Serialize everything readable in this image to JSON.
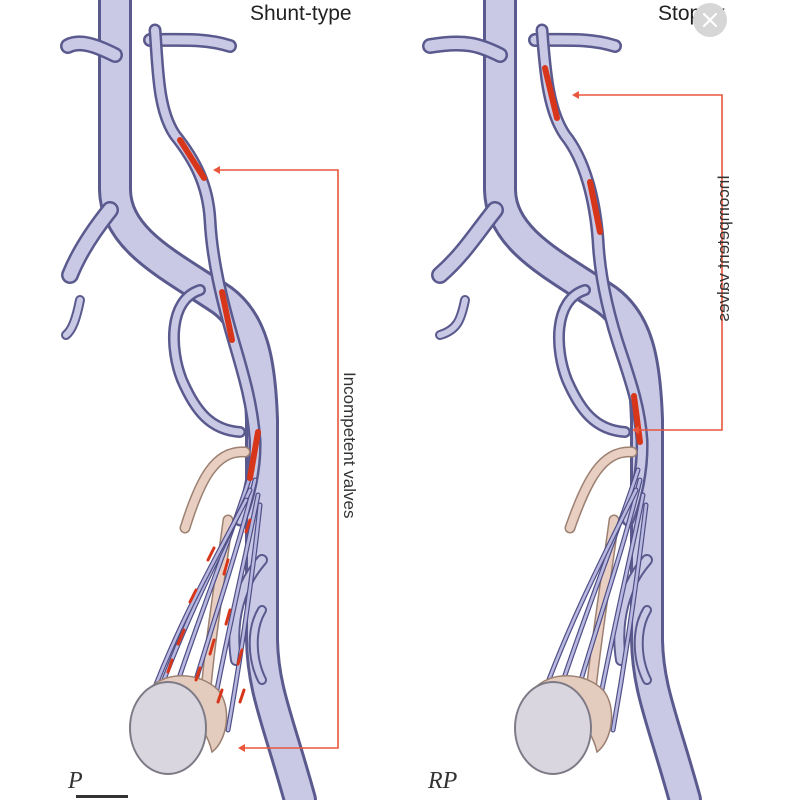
{
  "panels": [
    {
      "title": "Shunt-type",
      "label": "Incompetent valves",
      "signature": "P"
    },
    {
      "title": "Stop-ty",
      "label": "Incompetent valves",
      "signature": "RP"
    }
  ],
  "icons": {
    "close": "close-icon"
  },
  "colors": {
    "vein_fill": "#c9c9e6",
    "vein_outline": "#5a5a8e",
    "reflux": "#d8361a",
    "leader_line": "#e8563c",
    "vas_deferens": "#e8cfc2",
    "testis": "#d9d6df"
  }
}
